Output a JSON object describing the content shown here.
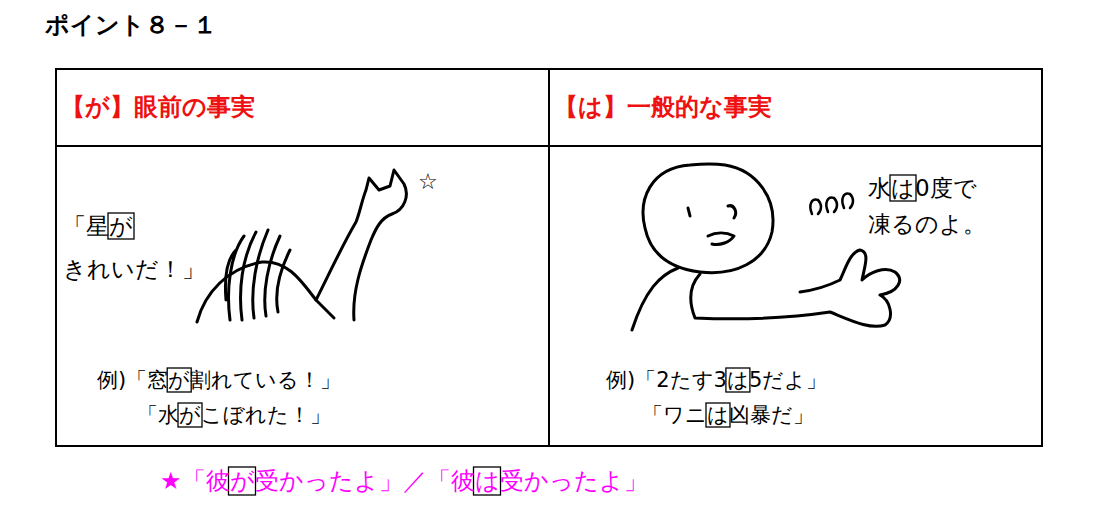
{
  "diagram": {
    "title": "ポイント８－１",
    "nodes": [
      {
        "text": [
          "【が】眼前の事実"
        ]
      },
      {
        "text": [
          "【は】一般的な事実"
        ]
      },
      {
        "text": [
          "「星が きれいだ！」",
          "例)「窓が割れている！」",
          "「水がこぼれた！」"
        ]
      },
      {
        "text": [
          "水は0度で 凍るのよ。",
          "例)「2たす3は5だよ」",
          "「ワニは凶暴だ」"
        ]
      }
    ],
    "labels": [
      "☆",
      "★「彼が受かったよ」／「彼は受かったよ」"
    ]
  }
}
